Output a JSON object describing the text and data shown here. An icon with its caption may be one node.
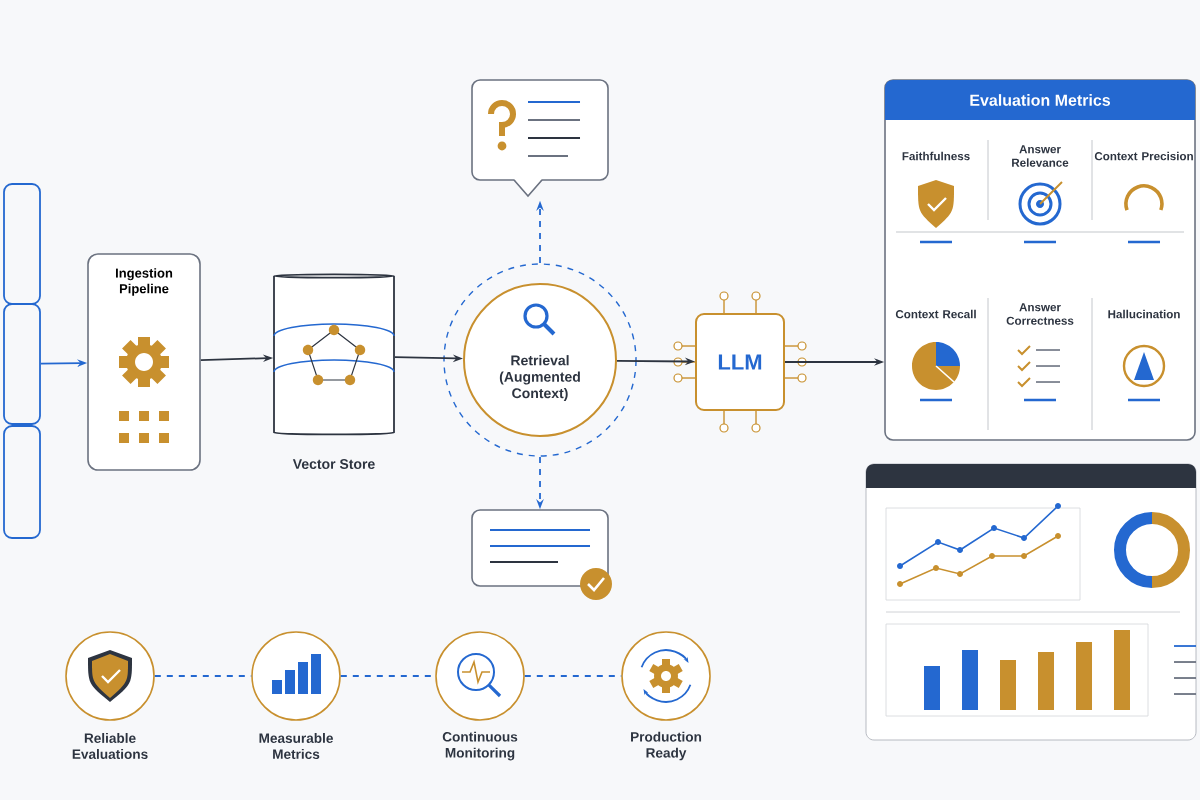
{
  "diagram": {
    "nodes": [
      {
        "text": [],
        "shape": "box"
      },
      {
        "text": [],
        "shape": "box"
      },
      {
        "text": [],
        "shape": "box"
      },
      {
        "text": [
          "Ingestion Pipeline"
        ]
      },
      {
        "text": [
          "Vector Store"
        ]
      },
      {
        "text": [
          "Retrieval (Augmented Context)"
        ]
      },
      {
        "text": [],
        "shape": "box"
      },
      {
        "text": [],
        "shape": "box"
      },
      {
        "text": [
          "LLM"
        ]
      },
      {
        "text": [
          "Evaluation Metrics"
        ]
      },
      {
        "text": [
          "Reliable Evaluations"
        ]
      },
      {
        "text": [
          "Measurable Metrics"
        ]
      },
      {
        "text": [
          "Continuous Monitoring"
        ]
      },
      {
        "text": [
          "Production Ready"
        ]
      }
    ],
    "edges": [
      {
        "from": 1,
        "to": 3,
        "arrow": "to"
      },
      {
        "from": 3,
        "to": 4,
        "arrow": "to",
        "color": "#2d3440"
      },
      {
        "from": 4,
        "to": 5,
        "arrow": "to",
        "color": "#2d3440"
      },
      {
        "from": 5,
        "to": 6,
        "arrow": "to",
        "style": "dashed"
      },
      {
        "from": 5,
        "to": 7,
        "arrow": "to",
        "style": "dashed"
      },
      {
        "from": 5,
        "to": 8,
        "arrow": "to",
        "color": "#2d3440"
      },
      {
        "from": 8,
        "to": 9,
        "arrow": "to",
        "color": "#2d3440"
      },
      {
        "from": 10,
        "to": 11,
        "arrow": "none",
        "style": "dashed"
      },
      {
        "from": 11,
        "to": 12,
        "arrow": "none",
        "style": "dashed"
      },
      {
        "from": 12,
        "to": 13,
        "arrow": "none",
        "style": "dashed"
      }
    ],
    "labels": [
      "Faithfulness",
      "Answer Relevance",
      "Context Precision",
      "Context Recall",
      "Answer Correctness",
      "Hallucination"
    ]
  }
}
